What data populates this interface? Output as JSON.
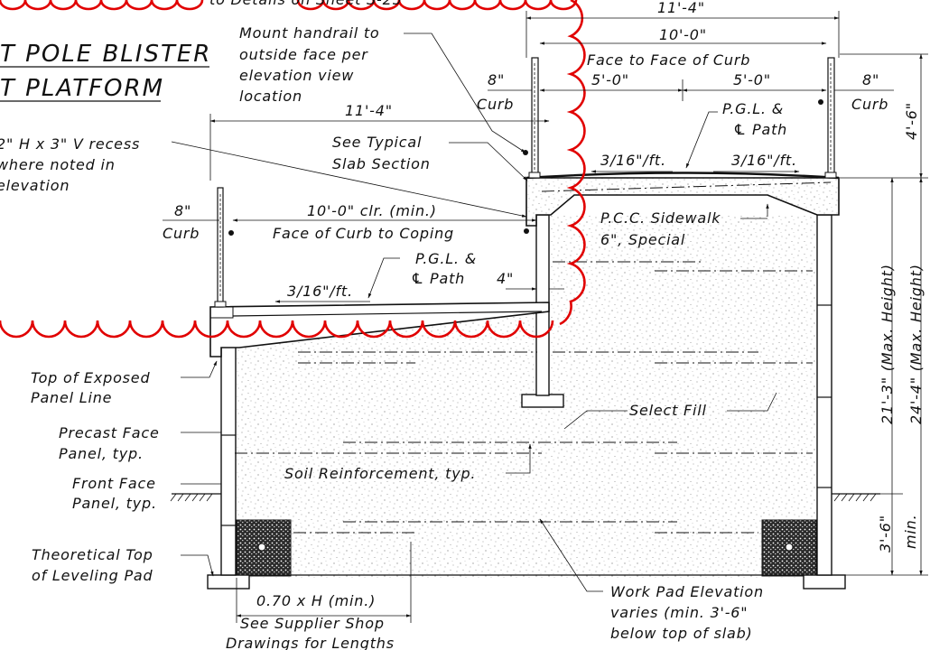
{
  "title": {
    "line1": "T POLE BLISTER",
    "line2": "T PLATFORM",
    "top_note": "to Details on Sheet S-25"
  },
  "dimensions": {
    "top_overall": "11'-4\"",
    "top_clear": "10'-0\"",
    "face_to_face": "Face to Face of Curb",
    "half_left": "5'-0\"",
    "half_right": "5'-0\"",
    "curb_left_top": "8\"",
    "curb_left_top_label": "Curb",
    "curb_right_top": "8\"",
    "curb_right_top_label": "Curb",
    "rail_height": "4'-6\"",
    "lower_overall": "11'-4\"",
    "lower_curb": "8\"",
    "lower_curb_label": "Curb",
    "lower_clear": "10'-0\" clr. (min.)",
    "face_curb_coping": "Face of Curb to Coping",
    "gap_4in": "4\"",
    "max_height_1": "21'-3\" (Max. Height)",
    "max_height_2": "24'-4\" (Max. Height)",
    "embed": "3'-6\"",
    "embed_min": "min.",
    "reinf_length": "0.70 x H (min.)"
  },
  "slopes": {
    "upper_left": "3/16\"/ft.",
    "upper_right": "3/16\"/ft.",
    "lower": "3/16\"/ft."
  },
  "callouts": {
    "handrail": [
      "Mount handrail to",
      "outside face per",
      "elevation view",
      "location"
    ],
    "recess": [
      "2\" H x 3\" V recess",
      "where noted in",
      "elevation"
    ],
    "typical_slab": [
      "See Typical",
      "Slab Section"
    ],
    "pgl_upper": [
      "P.G.L. &",
      "℄ Path"
    ],
    "pgl_lower": [
      "P.G.L. &",
      "℄ Path"
    ],
    "sidewalk": [
      "P.C.C. Sidewalk",
      "6\", Special"
    ],
    "top_exposed": [
      "Top of Exposed",
      "Panel Line"
    ],
    "precast": [
      "Precast Face",
      "Panel, typ."
    ],
    "front_face": [
      "Front Face",
      "Panel, typ."
    ],
    "theoretical": [
      "Theoretical Top",
      "of Leveling Pad"
    ],
    "select_fill": "Select Fill",
    "soil_reinf": "Soil Reinforcement, typ.",
    "supplier": [
      "See Supplier Shop",
      "Drawings for Lengths"
    ],
    "work_pad": [
      "Work Pad Elevation",
      "varies (min. 3'-6\"",
      "below top of slab)"
    ]
  },
  "colors": {
    "line": "#111111",
    "revision_cloud": "#e10000"
  }
}
